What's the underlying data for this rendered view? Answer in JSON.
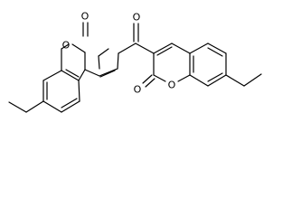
{
  "molecule": {
    "atoms": {
      "o_carbonyl_top_left": "O",
      "o_ring_left": "O",
      "o_ketone_bridge": "O",
      "o_carbonyl_bottom_right": "O",
      "o_ring_right": "O"
    },
    "colors": {
      "bond": "#000000",
      "background": "#ffffff"
    }
  }
}
